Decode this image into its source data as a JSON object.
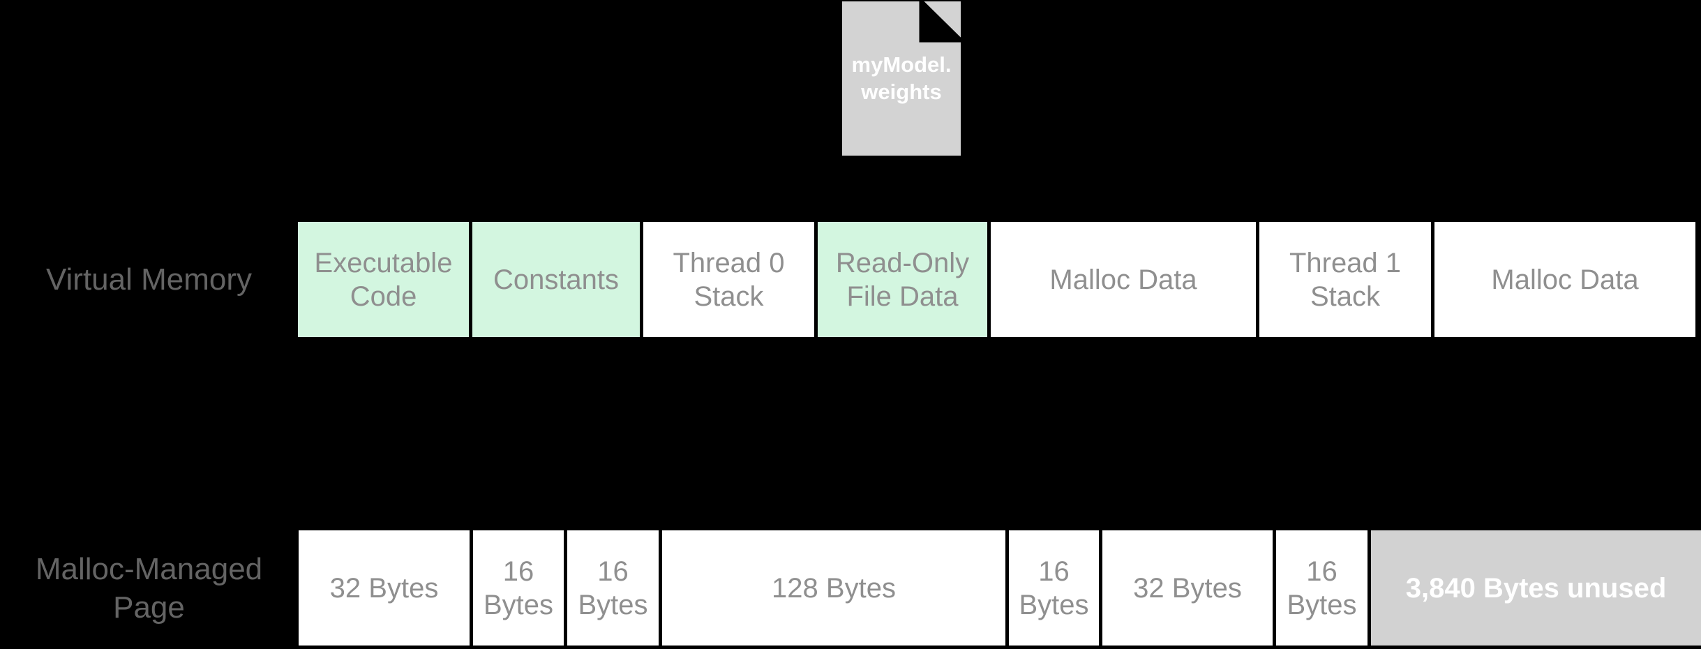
{
  "background_color": "#000000",
  "file_icon": {
    "name": "myModel.weights",
    "label": "myModel.\nweights",
    "fill": "#d3d3d3",
    "text_color": "#ffffff"
  },
  "virtual_memory": {
    "label": "Virtual Memory",
    "segments": [
      {
        "label": "Executable Code",
        "fill": "green"
      },
      {
        "label": "Constants",
        "fill": "green"
      },
      {
        "label": "Thread 0 Stack",
        "fill": "white"
      },
      {
        "label": "Read-Only File Data",
        "fill": "green"
      },
      {
        "label": "Malloc Data",
        "fill": "white"
      },
      {
        "label": "Thread 1 Stack",
        "fill": "white"
      },
      {
        "label": "Malloc Data",
        "fill": "white"
      }
    ]
  },
  "malloc_page": {
    "label": "Malloc-Managed Page",
    "segments": [
      {
        "label": "32 Bytes",
        "fill": "white"
      },
      {
        "label": "16 Bytes",
        "fill": "white"
      },
      {
        "label": "16 Bytes",
        "fill": "white"
      },
      {
        "label": "128 Bytes",
        "fill": "white"
      },
      {
        "label": "16 Bytes",
        "fill": "white"
      },
      {
        "label": "32 Bytes",
        "fill": "white"
      },
      {
        "label": "16 Bytes",
        "fill": "white"
      },
      {
        "label": "3,840 Bytes unused",
        "fill": "gray"
      }
    ]
  },
  "colors": {
    "segment_green": "#d3f6e0",
    "segment_white": "#ffffff",
    "segment_gray": "#d2d2d2",
    "segment_text": "#8f8f8f",
    "row_label_text": "#646464",
    "unused_text": "#ffffff"
  }
}
